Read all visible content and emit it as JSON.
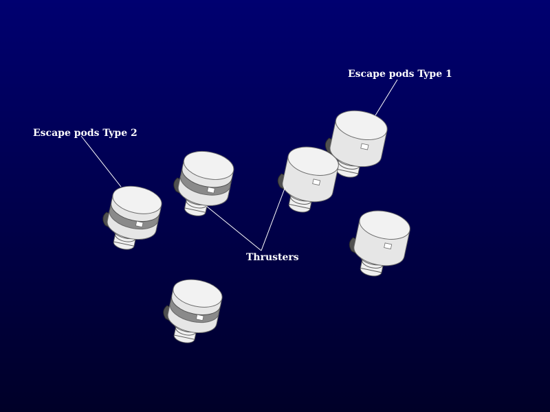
{
  "labels": {
    "type1": "Escape pods Type 1",
    "type2": "Escape pods Type 2",
    "thrusters": "Thrusters"
  },
  "colors": {
    "background_top": "#000070",
    "background_bottom": "#000028",
    "text": "#ffffff",
    "pod_white": "#f2f2f2",
    "band_gray": "#8a8a8a",
    "collar_dark": "#505050"
  },
  "pods": [
    {
      "id": "type1-a",
      "kind": "type1"
    },
    {
      "id": "type1-b",
      "kind": "type1"
    },
    {
      "id": "type1-c",
      "kind": "type1"
    },
    {
      "id": "type2-a",
      "kind": "type2"
    },
    {
      "id": "type2-b",
      "kind": "type2"
    },
    {
      "id": "type2-c",
      "kind": "type2"
    }
  ]
}
